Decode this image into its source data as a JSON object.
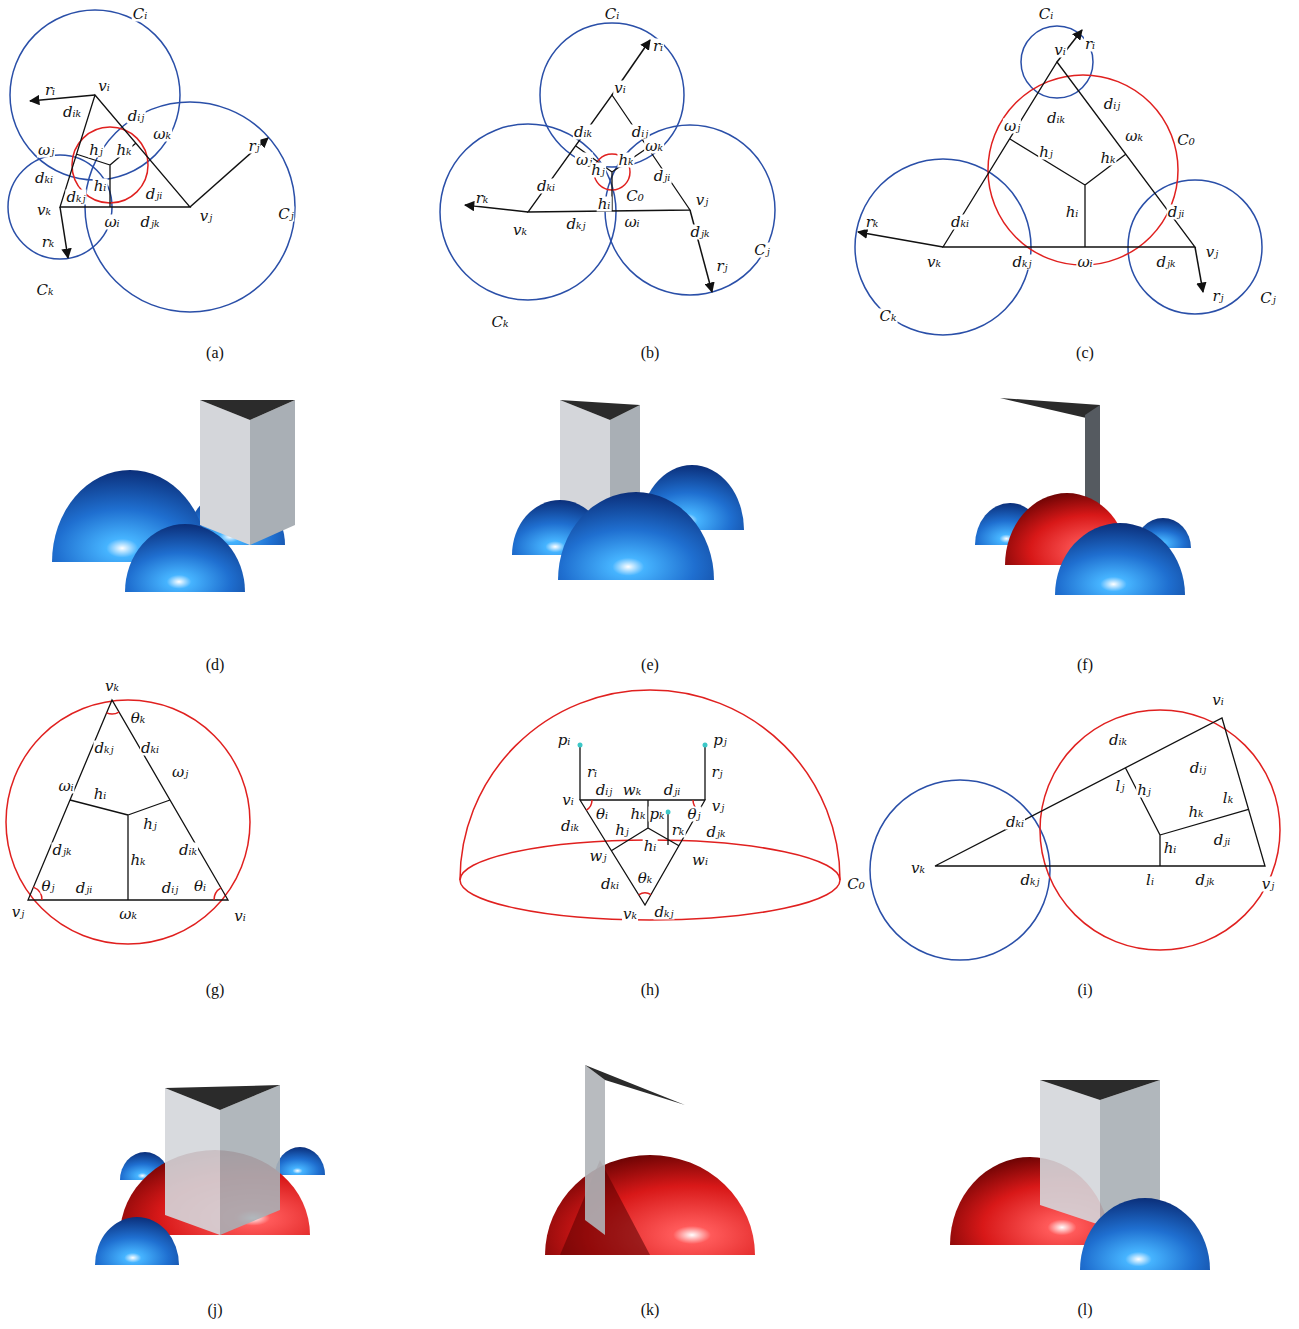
{
  "diagram": {
    "labels": [
      "Cᵢ",
      "rᵢ",
      "vᵢ",
      "dᵢₖ",
      "dᵢⱼ",
      "ωⱼ",
      "hⱼ",
      "hₖ",
      "ωₖ",
      "rⱼ",
      "Cⱼ",
      "dₖᵢ",
      "hᵢ",
      "dⱼᵢ",
      "vₖ",
      "dₖⱼ",
      "dⱼₖ",
      "ωᵢ",
      "vⱼ",
      "rₖ",
      "Cₖ",
      "(a)",
      "Cᵢ",
      "rᵢ",
      "vᵢ",
      "dᵢₖ",
      "dᵢⱼ",
      "ωⱼ",
      "hⱼ",
      "hₖ",
      "ωₖ",
      "dₖᵢ",
      "C₀",
      "hᵢ",
      "dⱼᵢ",
      "vⱼ",
      "ωᵢ",
      "dₖⱼ",
      "vₖ",
      "dⱼₖ",
      "rₖ",
      "rⱼ",
      "Cⱼ",
      "Cₖ",
      "(b)",
      "Cᵢ",
      "rᵢ",
      "vᵢ",
      "dᵢⱼ",
      "dᵢₖ",
      "ωⱼ",
      "ωₖ",
      "C₀",
      "hⱼ",
      "hₖ",
      "hᵢ",
      "dⱼᵢ",
      "dₖᵢ",
      "vₖ",
      "dₖⱼ",
      "ωᵢ",
      "dⱼₖ",
      "vⱼ",
      "Cⱼ",
      "rₖ",
      "rⱼ",
      "Cₖ",
      "(c)",
      "(d)",
      "(e)",
      "(f)",
      "vₖ",
      "θₖ",
      "dₖⱼ",
      "dₖᵢ",
      "ωⱼ",
      "ωᵢ",
      "hᵢ",
      "hⱼ",
      "dⱼₖ",
      "hₖ",
      "dᵢₖ",
      "θⱼ",
      "θᵢ",
      "vⱼ",
      "dⱼᵢ",
      "dᵢⱼ",
      "ωₖ",
      "vᵢ",
      "(g)",
      "pᵢ",
      "pⱼ",
      "rᵢ",
      "rⱼ",
      "vᵢ",
      "dᵢⱼ",
      "wₖ",
      "dⱼᵢ",
      "vⱼ",
      "dᵢₖ",
      "θᵢ",
      "hₖ",
      "pₖ",
      "θⱼ",
      "hⱼ",
      "hᵢ",
      "rₖ",
      "dⱼₖ",
      "wⱼ",
      "θₖ",
      "wᵢ",
      "dₖᵢ",
      "vₖ",
      "dₖⱼ",
      "C₀",
      "(h)",
      "vᵢ",
      "dᵢₖ",
      "dᵢⱼ",
      "lⱼ",
      "hⱼ",
      "lₖ",
      "hₖ",
      "dₖᵢ",
      "hᵢ",
      "dⱼᵢ",
      "vₖ",
      "dₖⱼ",
      "lᵢ",
      "dⱼₖ",
      "vⱼ",
      "(i)",
      "(j)",
      "(k)",
      "(l)"
    ]
  }
}
